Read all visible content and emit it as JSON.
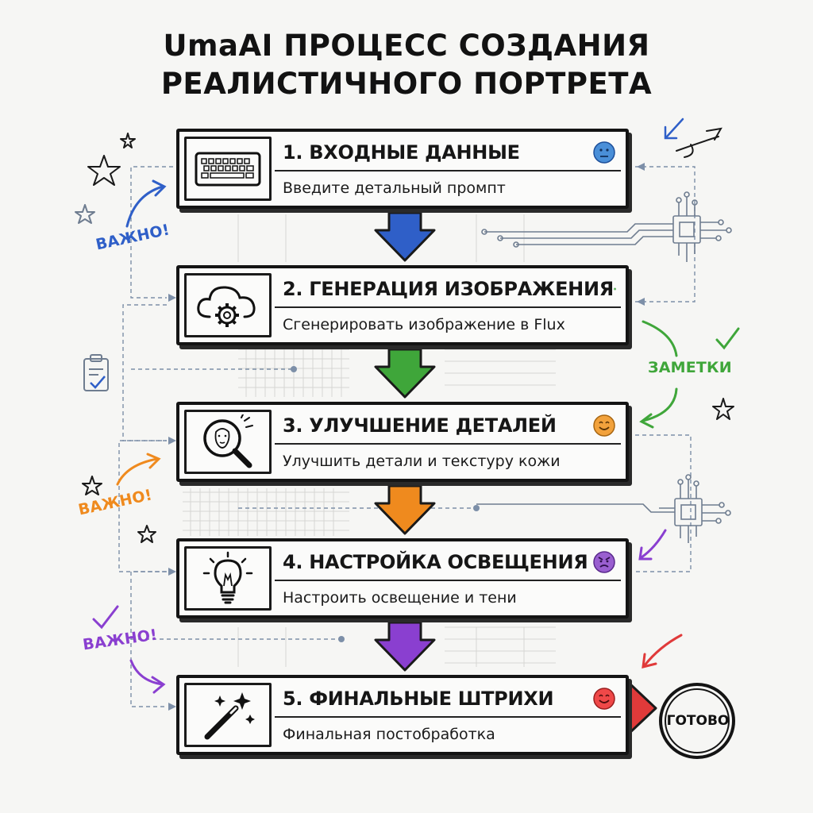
{
  "title": {
    "line1": "UmaAI ПРОЦЕСС СОЗДАНИЯ",
    "line2": "РЕАЛИСТИЧНОГО ПОРТРЕТА"
  },
  "steps": [
    {
      "title": "1. ВХОДНЫЕ ДАННЫЕ",
      "subtitle": "Введите детальный промпт",
      "icon": "keyboard-icon",
      "mood": "neutral-face-icon",
      "mood_color": "#4a8fd8",
      "arrow_color": "#2f5fc8"
    },
    {
      "title": "2. ГЕНЕРАЦИЯ ИЗОБРАЖЕНИЯ",
      "subtitle": "Сгенерировать изображение в Flux",
      "icon": "cloud-gear-icon",
      "mood": "smile-face-icon",
      "mood_color": "#5cc05c",
      "arrow_color": "#3fa63a"
    },
    {
      "title": "3. УЛУЧШЕНИЕ ДЕТАЛЕЙ",
      "subtitle": "Улучшить детали и текстуру кожи",
      "icon": "magnifier-face-icon",
      "mood": "smile-face-icon",
      "mood_color": "#f2a23c",
      "arrow_color": "#ef8a1e"
    },
    {
      "title": "4. НАСТРОЙКА ОСВЕЩЕНИЯ",
      "subtitle": "Настроить освещение и тени",
      "icon": "lightbulb-icon",
      "mood": "angry-face-icon",
      "mood_color": "#9a5fd0",
      "arrow_color": "#8a3fd0"
    },
    {
      "title": "5. ФИНАЛЬНЫЕ ШТРИХИ",
      "subtitle": "Финальная постобработка",
      "icon": "magic-wand-icon",
      "mood": "smile-face-icon",
      "mood_color": "#ef4848",
      "arrow_color": "#e03a3a"
    }
  ],
  "notes": {
    "important": "ВАЖНО!",
    "notes_label": "ЗАМЕТКИ",
    "done": "ГОТОВО"
  },
  "colors": {
    "blue": "#2f5fc8",
    "green": "#3fa63a",
    "orange": "#ef8a1e",
    "purple": "#8a3fd0",
    "red": "#e03a3a",
    "ink": "#141414"
  }
}
